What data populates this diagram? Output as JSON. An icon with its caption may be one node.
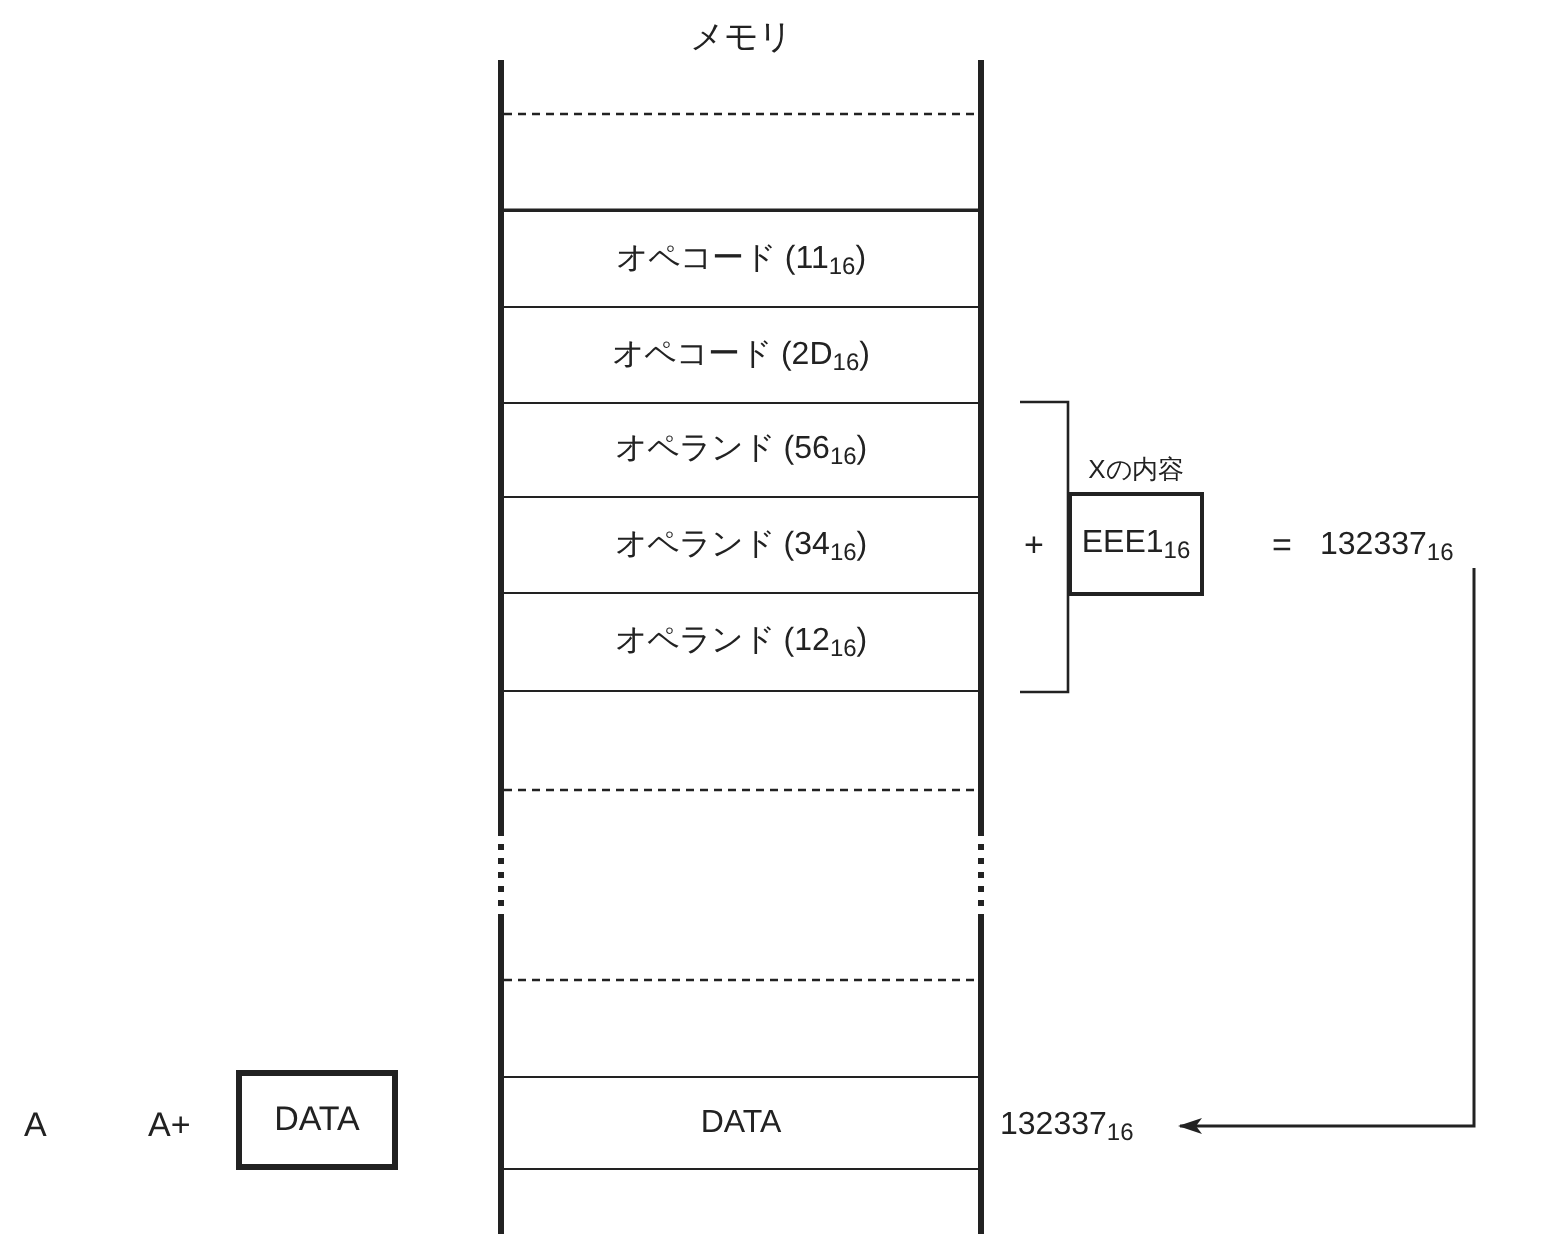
{
  "diagram": {
    "nodes": [
      {
        "text": [
          "メモリ"
        ]
      },
      {
        "text": [
          "オペコード (11$_{16}$)"
        ],
        "in": 0
      },
      {
        "text": [
          "オペコード (2D$_{16}$)"
        ],
        "in": 0
      },
      {
        "text": [
          "オペランド (56$_{16}$)"
        ],
        "in": 0
      },
      {
        "text": [
          "オペランド (34$_{16}$)"
        ],
        "in": 0
      },
      {
        "text": [
          "オペランド (12$_{16}$)"
        ],
        "in": 0
      },
      {
        "text": [
          "DATA"
        ],
        "in": 0
      },
      {
        "text": [
          "Xの内容",
          "EEE1$_{16}$"
        ]
      },
      {
        "text": [
          "132337$_{16}$"
        ]
      },
      {
        "text": [
          "132337$_{16}$"
        ]
      },
      {
        "text": [
          "DATA"
        ]
      }
    ],
    "edges": [
      {
        "from": 8,
        "to": 9,
        "arrow": "to"
      }
    ],
    "labels": [
      "+",
      "=",
      "A",
      "A+"
    ]
  }
}
